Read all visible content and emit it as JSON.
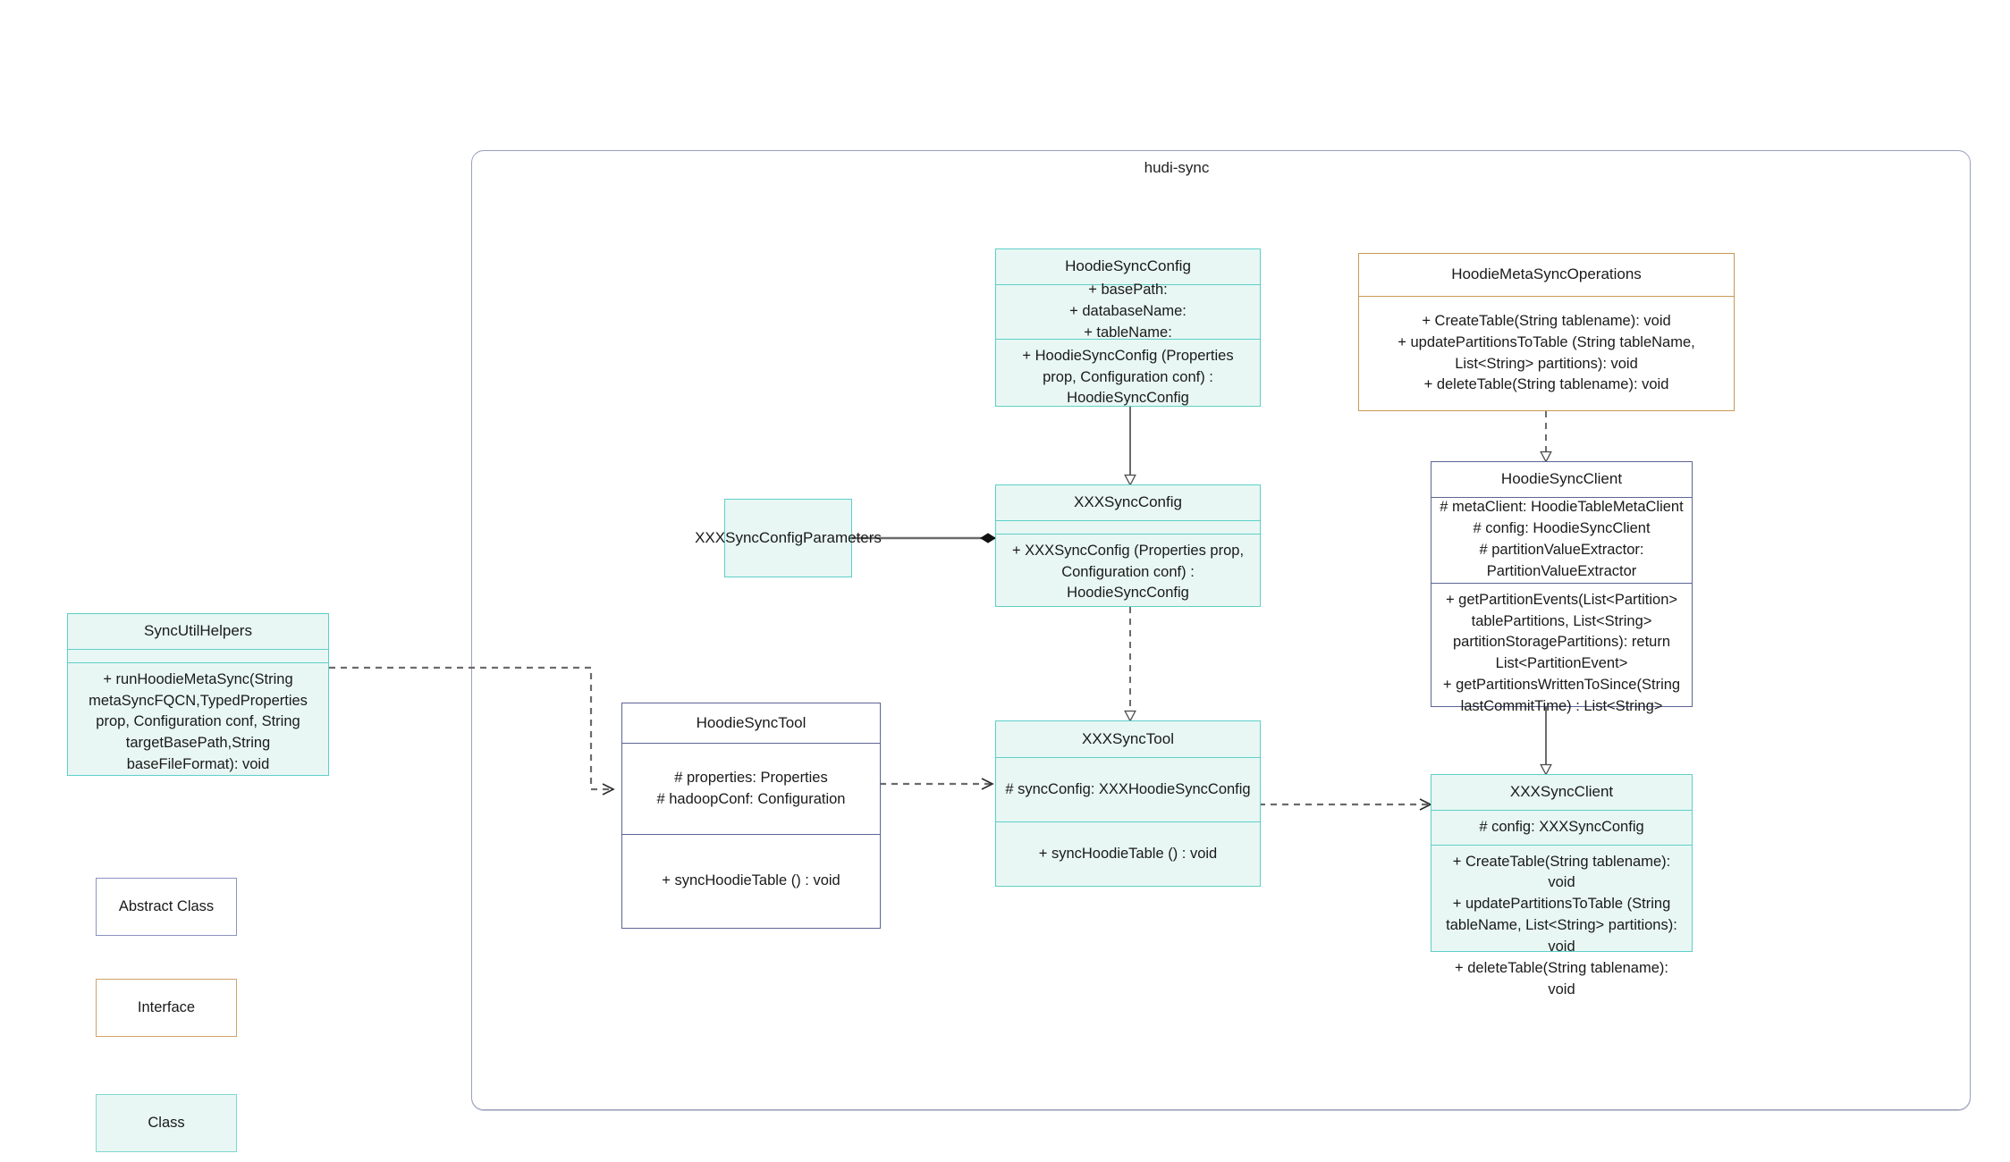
{
  "package": {
    "title": "hudi-sync"
  },
  "legend": [
    {
      "key": "abstract",
      "label": "Abstract Class",
      "stroke": "#8a93c2",
      "fill": "#ffffff"
    },
    {
      "key": "interface",
      "label": "Interface",
      "stroke": "#cfa368",
      "fill": "#ffffff"
    },
    {
      "key": "class",
      "label": "Class",
      "stroke": "#7fd9d2",
      "fill": "#e8f7f3"
    }
  ],
  "colors": {
    "class_stroke": "#5fcfc8",
    "class_fill": "#e8f7f3",
    "abstract_stroke": "#5b6594",
    "interface_stroke": "#c79a55",
    "package_stroke": "#9aa0bd",
    "connector": "#6b6b6b"
  },
  "nodes": {
    "sync_util_helpers": {
      "stereotype": "class",
      "title": "SyncUtilHelpers",
      "attributes": "",
      "methods": "+    runHoodieMetaSync(String metaSyncFQCN,TypedProperties prop, Configuration conf, String targetBasePath,String baseFileFormat): void"
    },
    "hoodie_sync_config": {
      "stereotype": "class",
      "title": "HoodieSyncConfig",
      "attributes": "+    basePath:\n+   databaseName:\n+    tableName:",
      "methods": "+   HoodieSyncConfig (Properties prop, Configuration conf) : HoodieSyncConfig"
    },
    "xxx_sync_config_parameters": {
      "stereotype": "class",
      "title": "XXXSyncConfigParameters"
    },
    "xxx_sync_config": {
      "stereotype": "class",
      "title": "XXXSyncConfig",
      "attributes": "",
      "methods": "+   XXXSyncConfig (Properties prop, Configuration conf) : HoodieSyncConfig"
    },
    "hoodie_meta_sync_operations": {
      "stereotype": "interface",
      "title": "HoodieMetaSyncOperations",
      "methods": "+    CreateTable(String tablename): void\n+    updatePartitionsToTable (String tableName, List<String> partitions): void\n+    deleteTable(String tablename): void"
    },
    "hoodie_sync_client": {
      "stereotype": "abstract",
      "title": "HoodieSyncClient",
      "attributes": "#   metaClient: HoodieTableMetaClient\n#   config: HoodieSyncClient\n#    partitionValueExtractor: PartitionValueExtractor",
      "methods": "+   getPartitionEvents(List<Partition> tablePartitions, List<String> partitionStoragePartitions): return List<PartitionEvent>\n+   getPartitionsWrittenToSince(String lastCommitTime) : List<String>"
    },
    "hoodie_sync_tool": {
      "stereotype": "abstract",
      "title": "HoodieSyncTool",
      "attributes": "#   properties: Properties\n#   hadoopConf: Configuration",
      "methods": "+   syncHoodieTable () : void"
    },
    "xxx_sync_tool": {
      "stereotype": "class",
      "title": "XXXSyncTool",
      "attributes": "#   syncConfig: XXXHoodieSyncConfig",
      "methods": "+   syncHoodieTable () : void"
    },
    "xxx_sync_client": {
      "stereotype": "class",
      "title": "XXXSyncClient",
      "attributes": "#    config: XXXSyncConfig",
      "methods": "+    CreateTable(String tablename): void\n+    updatePartitionsToTable (String tableName, List<String> partitions): void\n+    deleteTable(String tablename): void"
    }
  },
  "relations": [
    {
      "from": "hoodie_sync_config",
      "to": "xxx_sync_config",
      "type": "generalization",
      "style": "solid",
      "head": "hollow-triangle"
    },
    {
      "from": "hoodie_meta_sync_operations",
      "to": "hoodie_sync_client",
      "type": "realization",
      "style": "dashed",
      "head": "hollow-triangle"
    },
    {
      "from": "xxx_sync_config",
      "to": "xxx_sync_tool",
      "type": "realization",
      "style": "dashed",
      "head": "hollow-triangle"
    },
    {
      "from": "hoodie_sync_client",
      "to": "xxx_sync_client",
      "type": "generalization",
      "style": "solid",
      "head": "hollow-triangle"
    },
    {
      "from": "xxx_sync_config_parameters",
      "to": "xxx_sync_config",
      "type": "composition",
      "style": "solid",
      "head": "filled-diamond"
    },
    {
      "from": "sync_util_helpers",
      "to": "hoodie_sync_tool",
      "type": "dependency",
      "style": "dashed",
      "head": "open-arrow"
    },
    {
      "from": "hoodie_sync_tool",
      "to": "xxx_sync_tool",
      "type": "dependency",
      "style": "dashed",
      "head": "open-arrow"
    },
    {
      "from": "xxx_sync_tool",
      "to": "xxx_sync_client",
      "type": "dependency",
      "style": "dashed",
      "head": "open-arrow"
    }
  ]
}
